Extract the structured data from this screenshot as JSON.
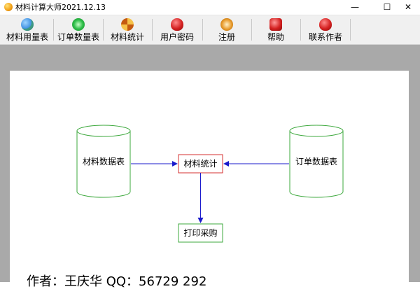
{
  "window": {
    "title": "材料计算大师2021.12.13",
    "minimize_glyph": "—",
    "maximize_glyph": "☐",
    "close_glyph": "✕"
  },
  "toolbar": {
    "items": [
      {
        "label": "材料用量表",
        "icon": "material-usage-icon",
        "color": "#3a8de0"
      },
      {
        "label": "订单数量表",
        "icon": "order-quantity-icon",
        "color": "#2fbf4a"
      },
      {
        "label": "材料统计",
        "icon": "material-statistics-icon",
        "color": "#f09a1a"
      },
      {
        "label": "用户密码",
        "icon": "user-password-icon",
        "color": "#d42020"
      },
      {
        "label": "注册",
        "icon": "register-icon",
        "color": "#e89a2a"
      },
      {
        "label": "帮助",
        "icon": "help-icon",
        "color": "#d42020"
      },
      {
        "label": "联系作者",
        "icon": "contact-author-icon",
        "color": "#d42020"
      }
    ]
  },
  "diagram": {
    "material_table": "材料数据表",
    "order_table": "订单数据表",
    "material_stats": "材料统计",
    "print_purchase": "打印采购",
    "colors": {
      "cylinder": "#3ca83c",
      "stats_box": "#d63030",
      "print_box": "#3ca83c",
      "arrow": "#1a1acc"
    }
  },
  "footer": {
    "author_line": "作者：王庆华    QQ：56729 292"
  }
}
